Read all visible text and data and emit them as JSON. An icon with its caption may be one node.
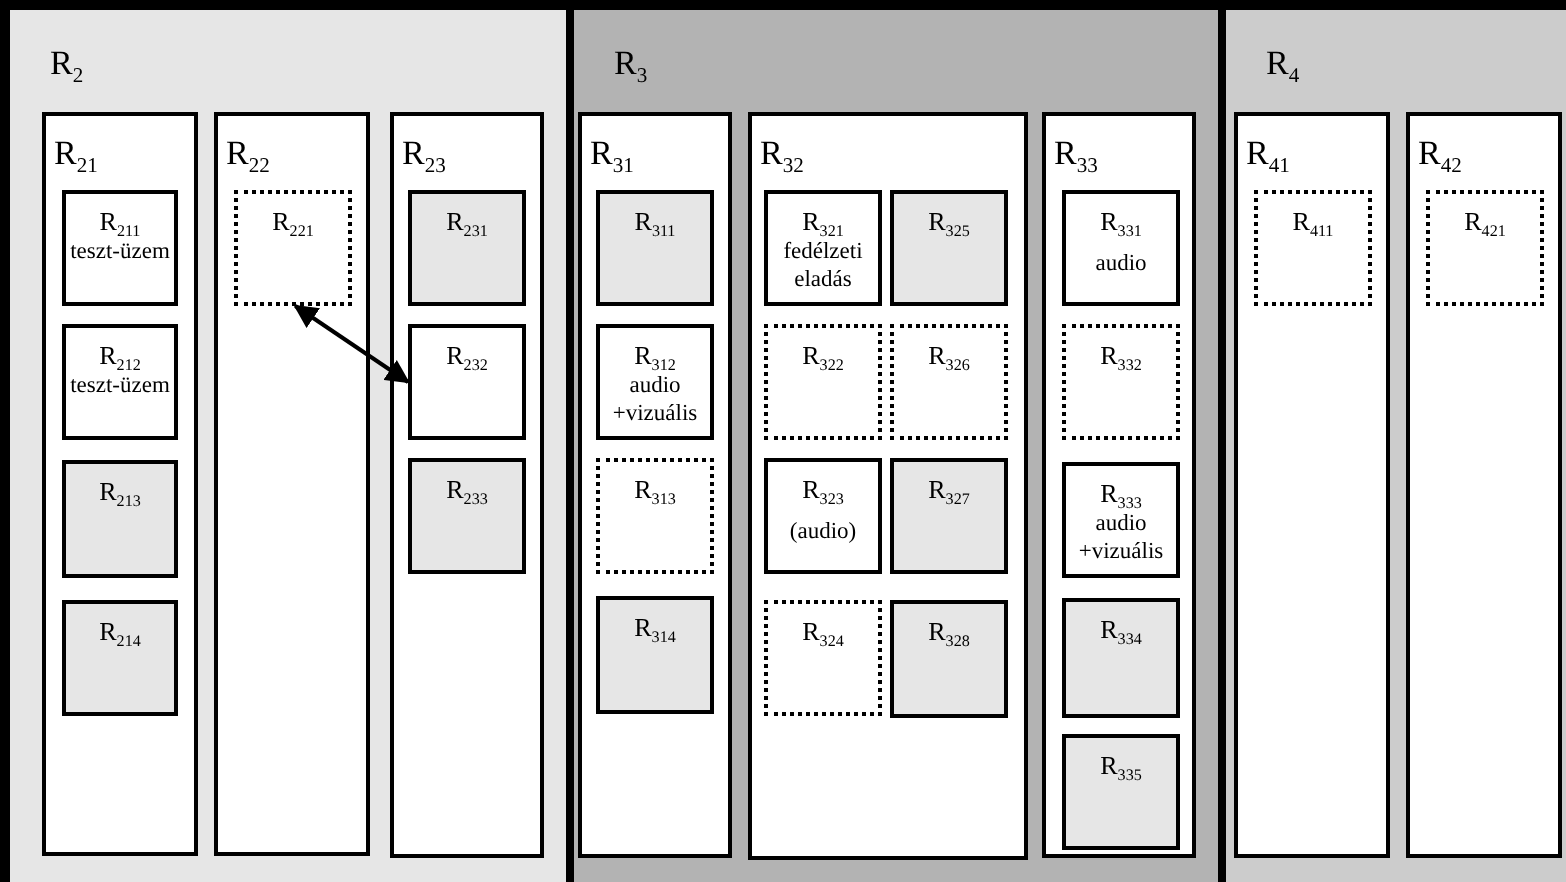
{
  "diagram": {
    "nodes": [
      {
        "text": [
          "R$_{2}$"
        ]
      },
      {
        "text": [
          "R$_{21}$"
        ],
        "in": 0
      },
      {
        "text": [
          "R$_{211}$",
          "teszt-üzem"
        ],
        "in": 1
      },
      {
        "text": [
          "R$_{212}$",
          "teszt-üzem"
        ],
        "in": 1
      },
      {
        "text": [
          "R$_{213}$"
        ],
        "in": 1
      },
      {
        "text": [
          "R$_{214}$"
        ],
        "in": 1
      },
      {
        "text": [
          "R$_{22}$"
        ],
        "in": 0
      },
      {
        "text": [
          "R$_{221}$"
        ],
        "in": 6
      },
      {
        "text": [
          "R$_{23}$"
        ],
        "in": 0
      },
      {
        "text": [
          "R$_{231}$"
        ],
        "in": 8
      },
      {
        "text": [
          "R$_{232}$"
        ],
        "in": 8
      },
      {
        "text": [
          "R$_{233}$"
        ],
        "in": 8
      },
      {
        "text": [
          "R$_{3}$"
        ]
      },
      {
        "text": [
          "R$_{31}$"
        ],
        "in": 12
      },
      {
        "text": [
          "R$_{311}$"
        ],
        "in": 13
      },
      {
        "text": [
          "R$_{312}$",
          "audio +vizuális"
        ],
        "in": 13
      },
      {
        "text": [
          "R$_{313}$"
        ],
        "in": 13
      },
      {
        "text": [
          "R$_{314}$"
        ],
        "in": 13
      },
      {
        "text": [
          "R$_{32}$"
        ],
        "in": 12
      },
      {
        "text": [
          "R$_{321}$",
          "fedélzeti eladás"
        ],
        "in": 18
      },
      {
        "text": [
          "R$_{322}$"
        ],
        "in": 18
      },
      {
        "text": [
          "R$_{323}$",
          "(audio)"
        ],
        "in": 18
      },
      {
        "text": [
          "R$_{324}$"
        ],
        "in": 18
      },
      {
        "text": [
          "R$_{325}$"
        ],
        "in": 18
      },
      {
        "text": [
          "R$_{326}$"
        ],
        "in": 18
      },
      {
        "text": [
          "R$_{327}$"
        ],
        "in": 18
      },
      {
        "text": [
          "R$_{328}$"
        ],
        "in": 18
      },
      {
        "text": [
          "R$_{33}$"
        ],
        "in": 12
      },
      {
        "text": [
          "R$_{331}$",
          "audio"
        ],
        "in": 27
      },
      {
        "text": [
          "R$_{332}$"
        ],
        "in": 27
      },
      {
        "text": [
          "R$_{333}$",
          "audio +vizuális"
        ],
        "in": 27
      },
      {
        "text": [
          "R$_{334}$"
        ],
        "in": 27
      },
      {
        "text": [
          "R$_{335}$"
        ],
        "in": 27
      },
      {
        "text": [
          "R$_{4}$"
        ]
      },
      {
        "text": [
          "R$_{41}$"
        ],
        "in": 33
      },
      {
        "text": [
          "R$_{411}$"
        ],
        "in": 34
      },
      {
        "text": [
          "R$_{42}$"
        ],
        "in": 33
      },
      {
        "text": [
          "R$_{421}$"
        ],
        "in": 36
      }
    ],
    "edges": [
      {
        "from": 7,
        "to": 10,
        "arrow": "both"
      }
    ]
  }
}
